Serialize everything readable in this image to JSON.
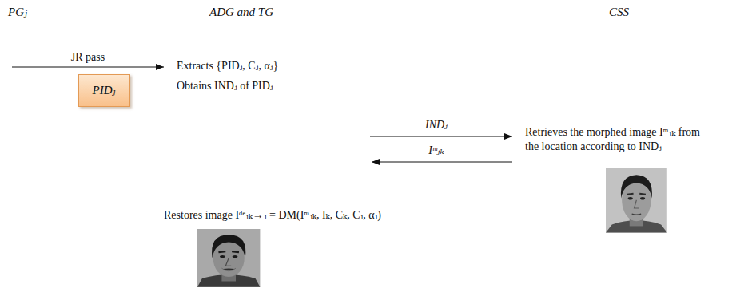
{
  "diagram": {
    "nodes": [
      {
        "text": [
          "PIDⱼ"
        ]
      }
    ],
    "labels": [
      "PGⱼ",
      "ADG and TG",
      "CSS",
      "JR pass",
      "Extracts {PIDⱼ, Cⱼ, αⱼ}",
      "Obtains INDⱼ of PIDⱼ",
      "INDⱼ",
      "Retrieves the morphed image Iᵐⱼₖ from the location according to INDⱼ",
      "Iᵐⱼₖ",
      "Restores image Iᵈᵉⱼₖ→ⱼ = DM(Iᵐⱼₖ, Iₖ, Cₖ, Cⱼ, αⱼ)"
    ]
  }
}
